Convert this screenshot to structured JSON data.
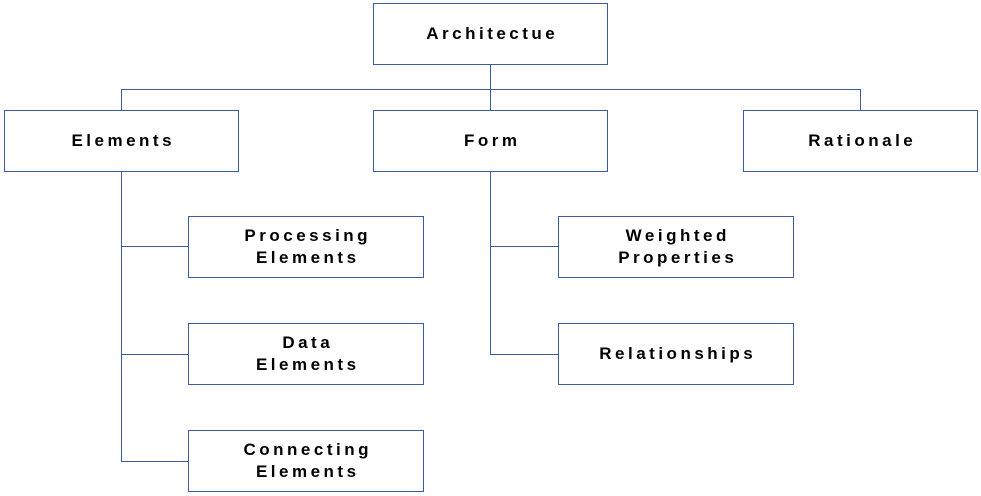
{
  "diagram": {
    "root": {
      "label": "Architectue"
    },
    "elements": {
      "label": "Elements"
    },
    "form": {
      "label": "Form"
    },
    "rationale": {
      "label": "Rationale"
    },
    "processing_elements": {
      "label": "Processing\nElements"
    },
    "data_elements": {
      "label": "Data\nElements"
    },
    "connecting_elements": {
      "label": "Connecting\nElements"
    },
    "weighted_properties": {
      "label": "Weighted\nProperties"
    },
    "relationships": {
      "label": "Relationships"
    }
  },
  "colors": {
    "box_border": "#3a5aa8",
    "connector": "#3a5aa8",
    "text": "#000000"
  }
}
